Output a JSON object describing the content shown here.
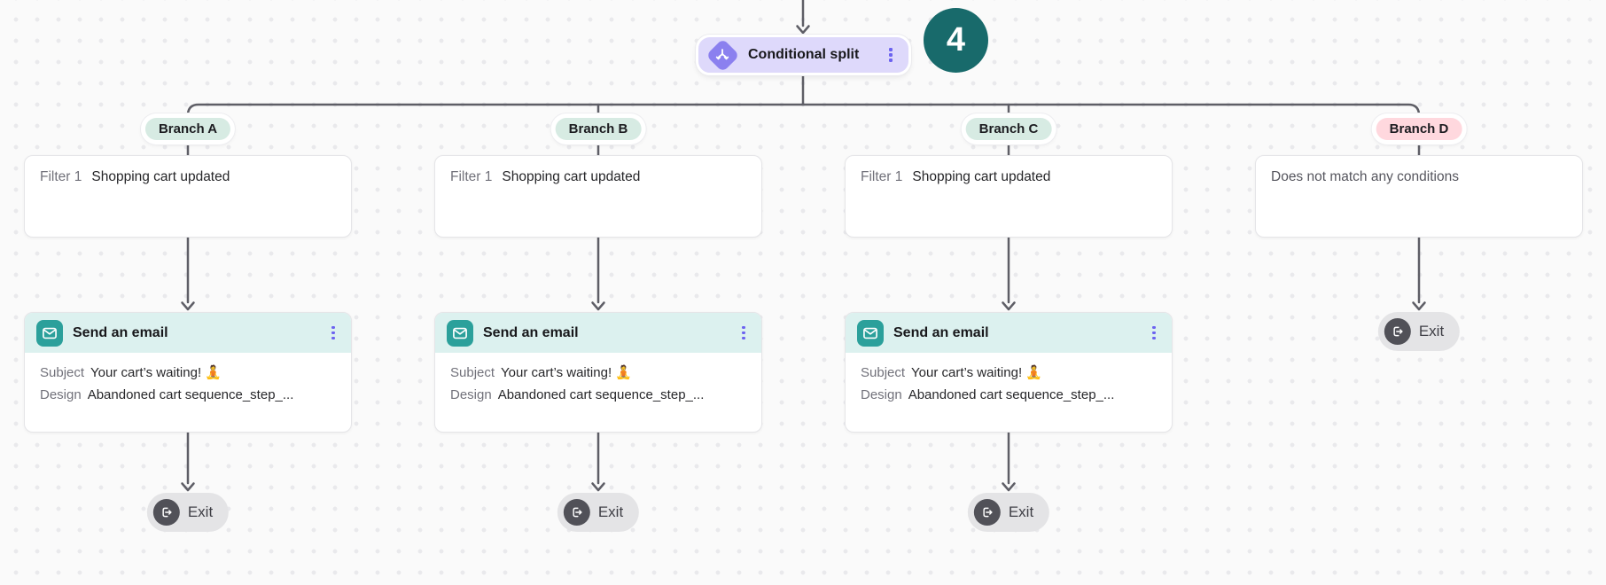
{
  "colors": {
    "canvas_bg": "#fafafa",
    "dot_grid": "#e9e9ec",
    "connector_gray": "#5e5e66",
    "split_node_bg": "#ded9fb",
    "split_icon_purple": "#8b80ef",
    "kebab_purple": "#6c63f0",
    "badge_teal": "#186a6b",
    "email_header_bg": "#dcf1ef",
    "email_icon_teal": "#2ba09b",
    "branch_pill_green": "#d7ebe3",
    "branch_pill_pink": "#ffd8de",
    "exit_pill_bg": "#e4e4e6",
    "exit_circle_gray": "#515158"
  },
  "icons": {
    "split": "split-arrows-icon",
    "email": "envelope-icon",
    "exit": "sign-out-icon",
    "menu": "kebab-menu-icon"
  },
  "flow": {
    "split_node": {
      "label": "Conditional split",
      "badge_count": "4"
    },
    "branches": [
      {
        "label": "Branch A",
        "filter_label": "Filter 1",
        "filter_value": "Shopping cart updated",
        "email": {
          "title": "Send an email",
          "subject_label": "Subject",
          "subject_value": "Your cart’s waiting! 🧘",
          "design_label": "Design",
          "design_value": "Abandoned cart sequence_step_..."
        },
        "exit_label": "Exit"
      },
      {
        "label": "Branch B",
        "filter_label": "Filter 1",
        "filter_value": "Shopping cart updated",
        "email": {
          "title": "Send an email",
          "subject_label": "Subject",
          "subject_value": "Your cart’s waiting! 🧘",
          "design_label": "Design",
          "design_value": "Abandoned cart sequence_step_..."
        },
        "exit_label": "Exit"
      },
      {
        "label": "Branch C",
        "filter_label": "Filter 1",
        "filter_value": "Shopping cart updated",
        "email": {
          "title": "Send an email",
          "subject_label": "Subject",
          "subject_value": "Your cart’s waiting! 🧘",
          "design_label": "Design",
          "design_value": "Abandoned cart sequence_step_..."
        },
        "exit_label": "Exit"
      },
      {
        "label": "Branch D",
        "filter_value": "Does not match any conditions",
        "exit_label": "Exit"
      }
    ]
  }
}
